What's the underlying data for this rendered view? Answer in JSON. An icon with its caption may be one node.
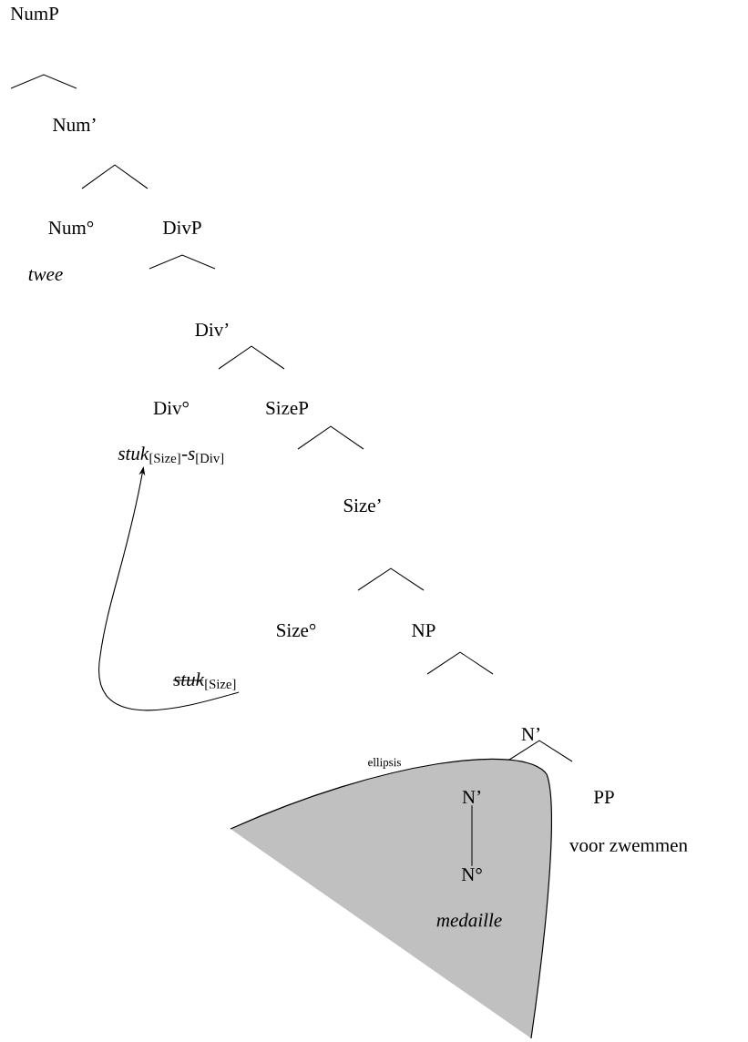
{
  "diagram": {
    "nodes": [
      {
        "text": [
          "NumP"
        ]
      },
      {
        "text": [
          "Num’"
        ]
      },
      {
        "text": [
          "Num°"
        ]
      },
      {
        "text": [
          "DivP"
        ]
      },
      {
        "text": [
          "twee"
        ]
      },
      {
        "text": [
          "Div’"
        ]
      },
      {
        "text": [
          "Div°"
        ]
      },
      {
        "text": [
          "SizeP"
        ]
      },
      {
        "text": [
          "*stuk*$_{[Size]}$-*s*$_{[Div]}$"
        ]
      },
      {
        "text": [
          "Size’"
        ]
      },
      {
        "text": [
          "Size°"
        ]
      },
      {
        "text": [
          "NP"
        ]
      },
      {
        "text": [
          "*stuk*$_{[Size]}$"
        ]
      },
      {
        "text": [
          "N’"
        ]
      },
      {
        "text": [
          "ellipsis"
        ]
      },
      {
        "text": [
          "N’"
        ],
        "in": 14
      },
      {
        "text": [
          "PP"
        ]
      },
      {
        "text": [
          "N°"
        ],
        "in": 14
      },
      {
        "text": [
          "voor zwemmen"
        ]
      },
      {
        "text": [
          "medaille"
        ],
        "in": 14
      }
    ],
    "edges": [
      {
        "from": 15,
        "to": 17,
        "arrow": "none"
      },
      {
        "from": 12,
        "to": 8,
        "arrow": "to"
      }
    ]
  }
}
